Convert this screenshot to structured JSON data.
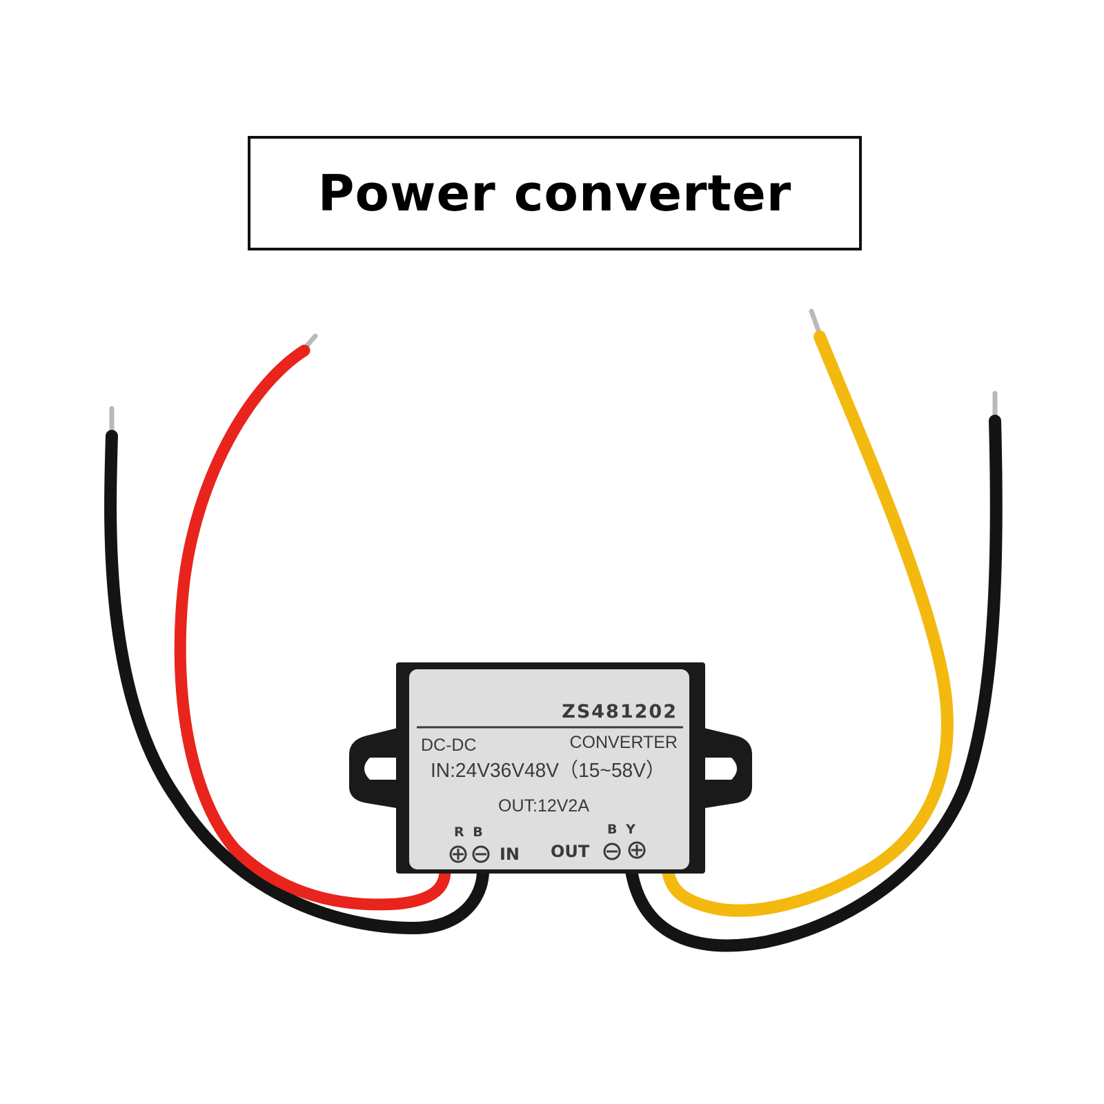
{
  "title": "Power converter",
  "colors": {
    "wire_red": "#e8241c",
    "wire_yellow": "#f3b90f",
    "wire_black": "#141414",
    "housing": "#1a1a1a",
    "label_bg": "#dedede",
    "label_text": "#3a3a3a"
  },
  "device_label": {
    "model": "ZS481202",
    "type_left": "DC-DC",
    "type_right": "CONVERTER",
    "input_spec": "IN:24V36V48V（15~58V）",
    "output_spec": "OUT:12V2A",
    "in_letters": "R B",
    "in_word": "IN",
    "out_word": "OUT",
    "out_letters": "B Y"
  },
  "wires": [
    {
      "color_name": "red",
      "role": "input positive"
    },
    {
      "color_name": "black",
      "role": "input negative"
    },
    {
      "color_name": "yellow",
      "role": "output positive"
    },
    {
      "color_name": "black",
      "role": "output negative"
    }
  ]
}
